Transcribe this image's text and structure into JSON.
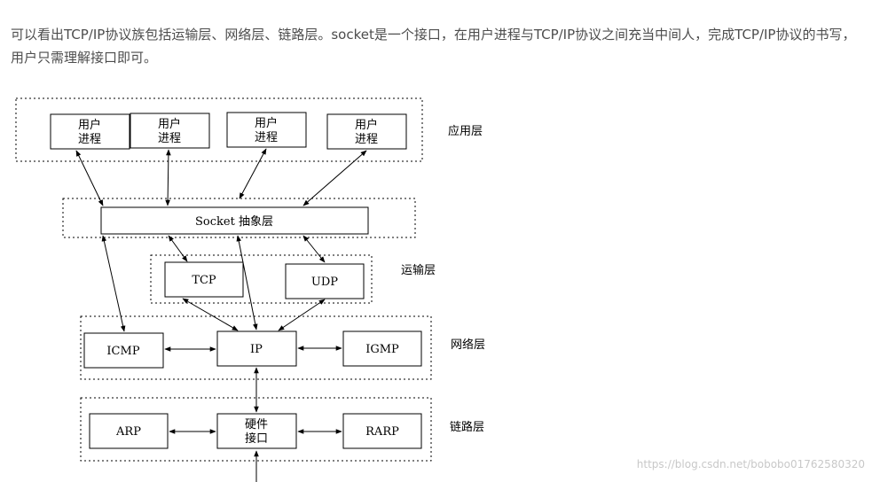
{
  "intro_text": "可以看出TCP/IP协议族包括运输层、网络层、链路层。socket是一个接口，在用户进程与TCP/IP协议之间充当中间人，完成TCP/IP协议的书写，用户只需理解接口即可。",
  "layers": {
    "application": "应用层",
    "transport": "运输层",
    "network": "网络层",
    "link": "链路层"
  },
  "user_process": {
    "line1": "用户",
    "line2": "进程"
  },
  "socket_label": "Socket 抽象层",
  "tcp_label": "TCP",
  "udp_label": "UDP",
  "icmp_label": "ICMP",
  "ip_label": "IP",
  "igmp_label": "IGMP",
  "arp_label": "ARP",
  "hw_interface": {
    "line1": "硬件",
    "line2": "接口"
  },
  "rarp_label": "RARP",
  "watermark": "https://blog.csdn.net/bobobo01762580320"
}
